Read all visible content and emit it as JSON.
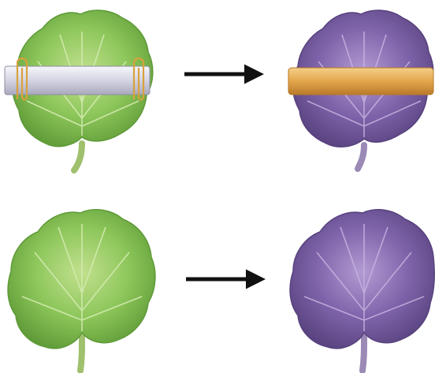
{
  "colors": {
    "background": "#ffffff",
    "green_leaf": "#8cc65a",
    "green_leaf_light": "#c2e08e",
    "green_leaf_dark": "#5e9a37",
    "purple_leaf": "#7e63aa",
    "purple_leaf_light": "#b39bd2",
    "purple_leaf_dark": "#58427e",
    "stem_green": "#9fc06d",
    "stem_purple": "#9b89b6",
    "foil_strip": "#d8d8e6",
    "paperclip": "#d8a23c",
    "orange_band": "#e3a64c",
    "arrow": "#111111"
  },
  "panels": [
    {
      "id": "top-left",
      "leaf_color": "green",
      "covering": "foil-strip-with-paperclips",
      "role": "before"
    },
    {
      "id": "top-right",
      "leaf_color": "purple",
      "covering": "orange-band",
      "role": "after"
    },
    {
      "id": "bottom-left",
      "leaf_color": "green",
      "covering": "none",
      "role": "before"
    },
    {
      "id": "bottom-right",
      "leaf_color": "purple",
      "covering": "none",
      "role": "after"
    }
  ],
  "arrows": [
    {
      "id": "top-arrow",
      "direction": "right"
    },
    {
      "id": "bottom-arrow",
      "direction": "right"
    }
  ]
}
